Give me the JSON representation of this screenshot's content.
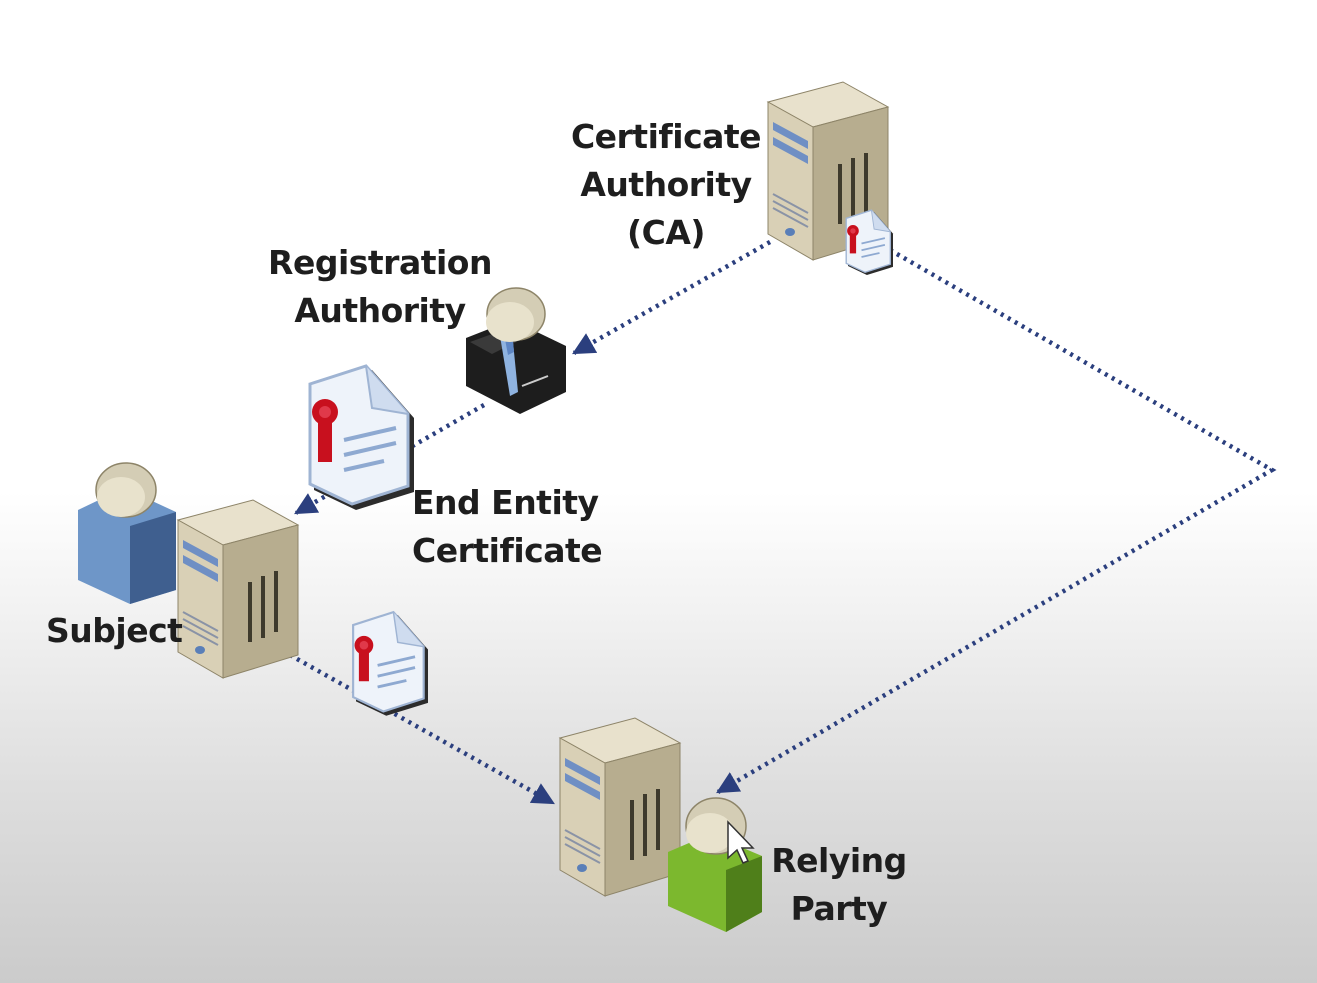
{
  "labels": {
    "ca": [
      "Certificate",
      "Authority",
      "(CA)"
    ],
    "ra": [
      "Registration",
      "Authority"
    ],
    "end_entity": [
      "End Entity",
      "Certificate"
    ],
    "subject": "Subject",
    "relying_party": [
      "Relying",
      "Party"
    ]
  },
  "colors": {
    "arrow": "#2b3f7e",
    "server_body": "#d9d0b6",
    "server_stripe": "#6f8fc4",
    "subject_person": "#6e96c8",
    "ra_suit": "#1d1d1d",
    "relying_person": "#7cb82e",
    "person_head": "#d4cdb5",
    "ribbon": "#c8101e"
  }
}
